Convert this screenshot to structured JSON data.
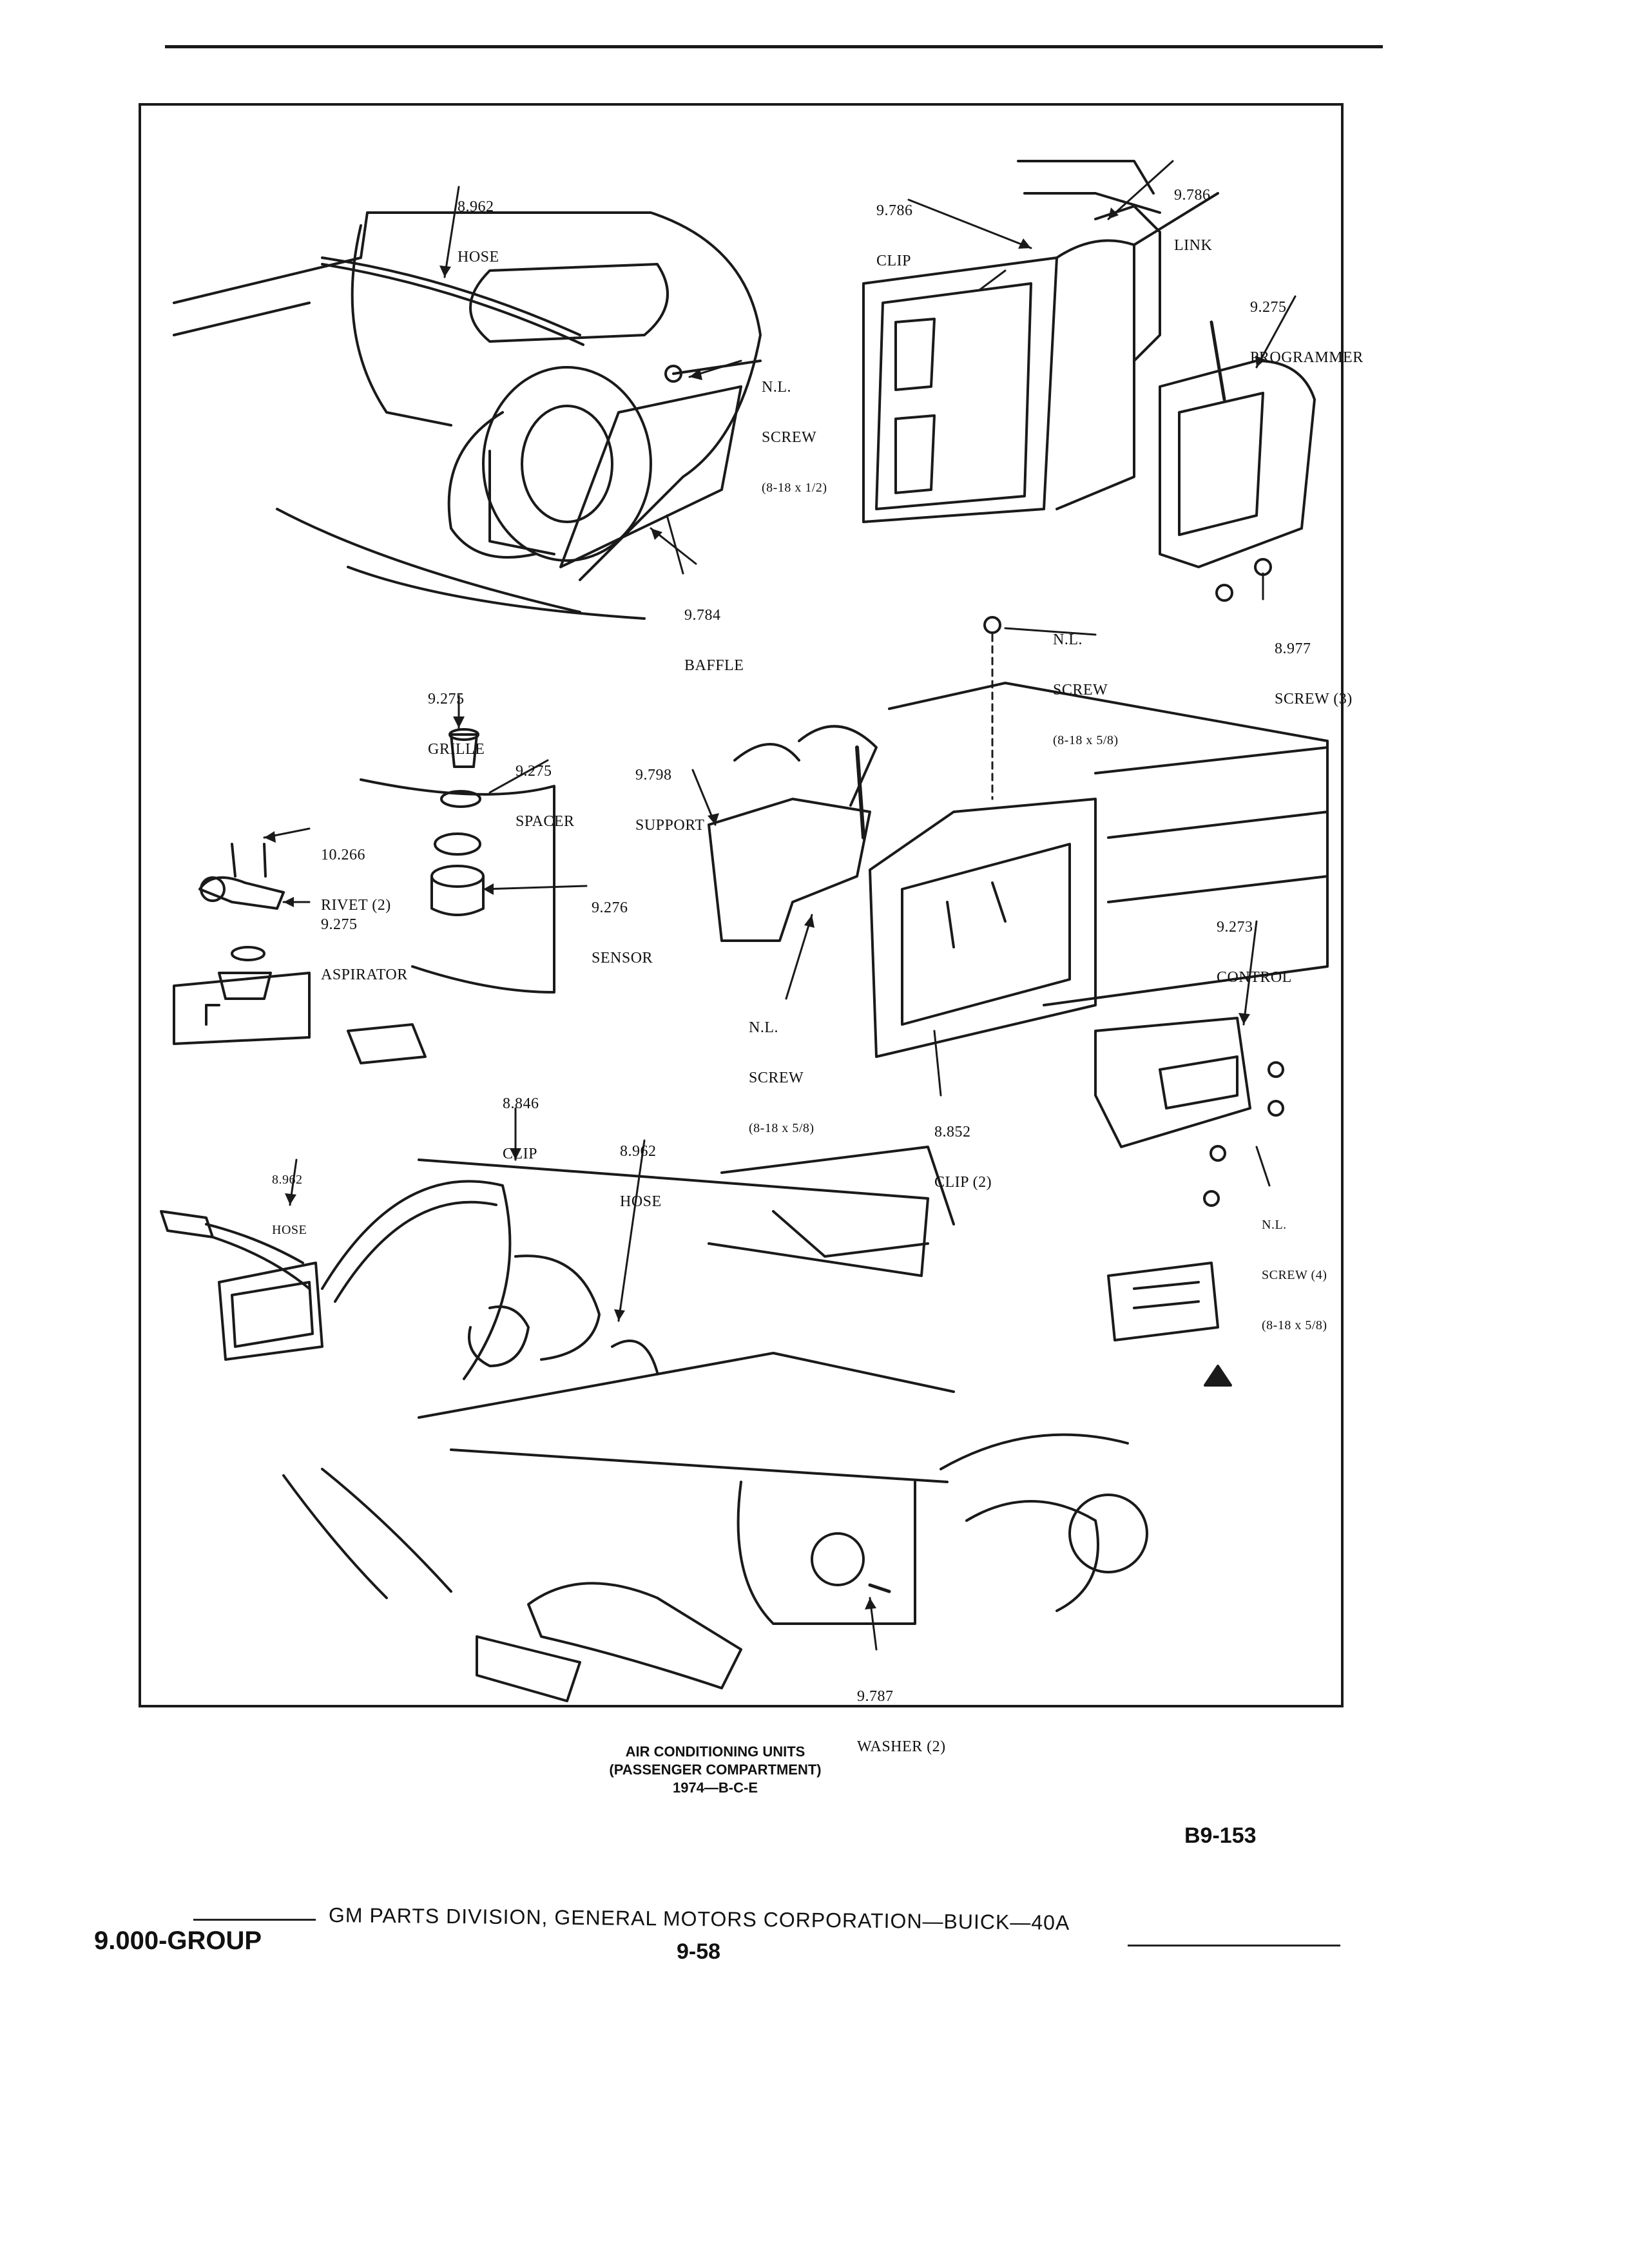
{
  "labels": {
    "hose_top": [
      "8.962",
      "HOSE"
    ],
    "clip_top": [
      "9.786",
      "CLIP"
    ],
    "link": [
      "9.786",
      "LINK"
    ],
    "programmer": [
      "9.275",
      "PROGRAMMER"
    ],
    "nl_screw_top": [
      "N.L.",
      "SCREW",
      "(8-18 x 1/2)"
    ],
    "baffle": [
      "9.784",
      "BAFFLE"
    ],
    "screw3": [
      "8.977",
      "SCREW (3)"
    ],
    "nl_screw_mid": [
      "N.L.",
      "SCREW",
      "(8-18 x 5/8)"
    ],
    "grille": [
      "9.275",
      "GRILLE"
    ],
    "spacer": [
      "9.275",
      "SPACER"
    ],
    "support": [
      "9.798",
      "SUPPORT"
    ],
    "rivet": [
      "10.266",
      "RIVET (2)"
    ],
    "aspirator": [
      "9.275",
      "ASPIRATOR"
    ],
    "sensor": [
      "9.276",
      "SENSOR"
    ],
    "control": [
      "9.273",
      "CONTROL"
    ],
    "nl_screw_low": [
      "N.L.",
      "SCREW",
      "(8-18 x 5/8)"
    ],
    "clip_852": [
      "8.852",
      "CLIP (2)"
    ],
    "clip_846": [
      "8.846",
      "CLIP"
    ],
    "hose_mid": [
      "8.962",
      "HOSE"
    ],
    "hose_left": [
      "8.962",
      "HOSE"
    ],
    "screw4": [
      "N.L.",
      "SCREW (4)",
      "(8-18 x 5/8)"
    ],
    "washer": [
      "9.787",
      "WASHER (2)"
    ]
  },
  "caption": [
    "AIR CONDITIONING UNITS",
    "(PASSENGER COMPARTMENT)",
    "1974—B-C-E"
  ],
  "figure_number": "B9-153",
  "group": "9.000-GROUP",
  "footer": "GM PARTS DIVISION, GENERAL MOTORS CORPORATION—BUICK—40A",
  "page_number": "9-58",
  "icons": {
    "view_arrow": "view-direction-arrow-icon"
  }
}
